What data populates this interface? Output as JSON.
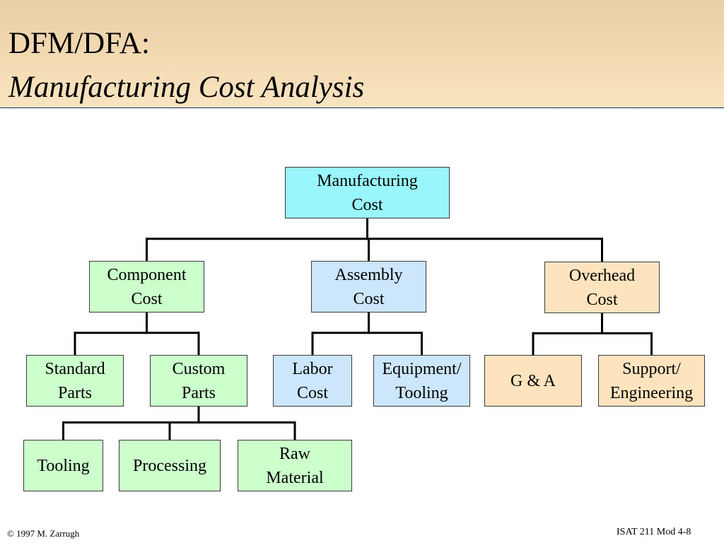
{
  "header": {
    "title_line1": "DFM/DFA:",
    "title_line2": "Manufacturing Cost Analysis"
  },
  "colors": {
    "cyan": "#99f6fc",
    "green": "#ccffcc",
    "blue": "#cce6fb",
    "orange": "#fde4bf"
  },
  "diagram": {
    "nodes": {
      "manufacturing_cost": {
        "label": "Manufacturing\nCost",
        "color": "cyan"
      },
      "component_cost": {
        "label": "Component\nCost",
        "color": "green"
      },
      "assembly_cost": {
        "label": "Assembly\nCost",
        "color": "blue"
      },
      "overhead_cost": {
        "label": "Overhead\nCost",
        "color": "orange"
      },
      "standard_parts": {
        "label": "Standard\nParts",
        "color": "green"
      },
      "custom_parts": {
        "label": "Custom\nParts",
        "color": "green"
      },
      "labor_cost": {
        "label": "Labor\nCost",
        "color": "blue"
      },
      "equipment_tooling": {
        "label": "Equipment/\nTooling",
        "color": "blue"
      },
      "g_and_a": {
        "label": "G & A",
        "color": "orange"
      },
      "support_engineering": {
        "label": "Support/\nEngineering",
        "color": "orange"
      },
      "tooling": {
        "label": "Tooling",
        "color": "green"
      },
      "processing": {
        "label": "Processing",
        "color": "green"
      },
      "raw_material": {
        "label": "Raw\nMaterial",
        "color": "green"
      }
    },
    "edges": [
      [
        "manufacturing_cost",
        "component_cost"
      ],
      [
        "manufacturing_cost",
        "assembly_cost"
      ],
      [
        "manufacturing_cost",
        "overhead_cost"
      ],
      [
        "component_cost",
        "standard_parts"
      ],
      [
        "component_cost",
        "custom_parts"
      ],
      [
        "assembly_cost",
        "labor_cost"
      ],
      [
        "assembly_cost",
        "equipment_tooling"
      ],
      [
        "overhead_cost",
        "g_and_a"
      ],
      [
        "overhead_cost",
        "support_engineering"
      ],
      [
        "custom_parts",
        "tooling"
      ],
      [
        "custom_parts",
        "processing"
      ],
      [
        "custom_parts",
        "raw_material"
      ]
    ]
  },
  "footer": {
    "copyright": "© 1997 M. Zarrugh",
    "module": "ISAT 211 Mod 4-8"
  }
}
